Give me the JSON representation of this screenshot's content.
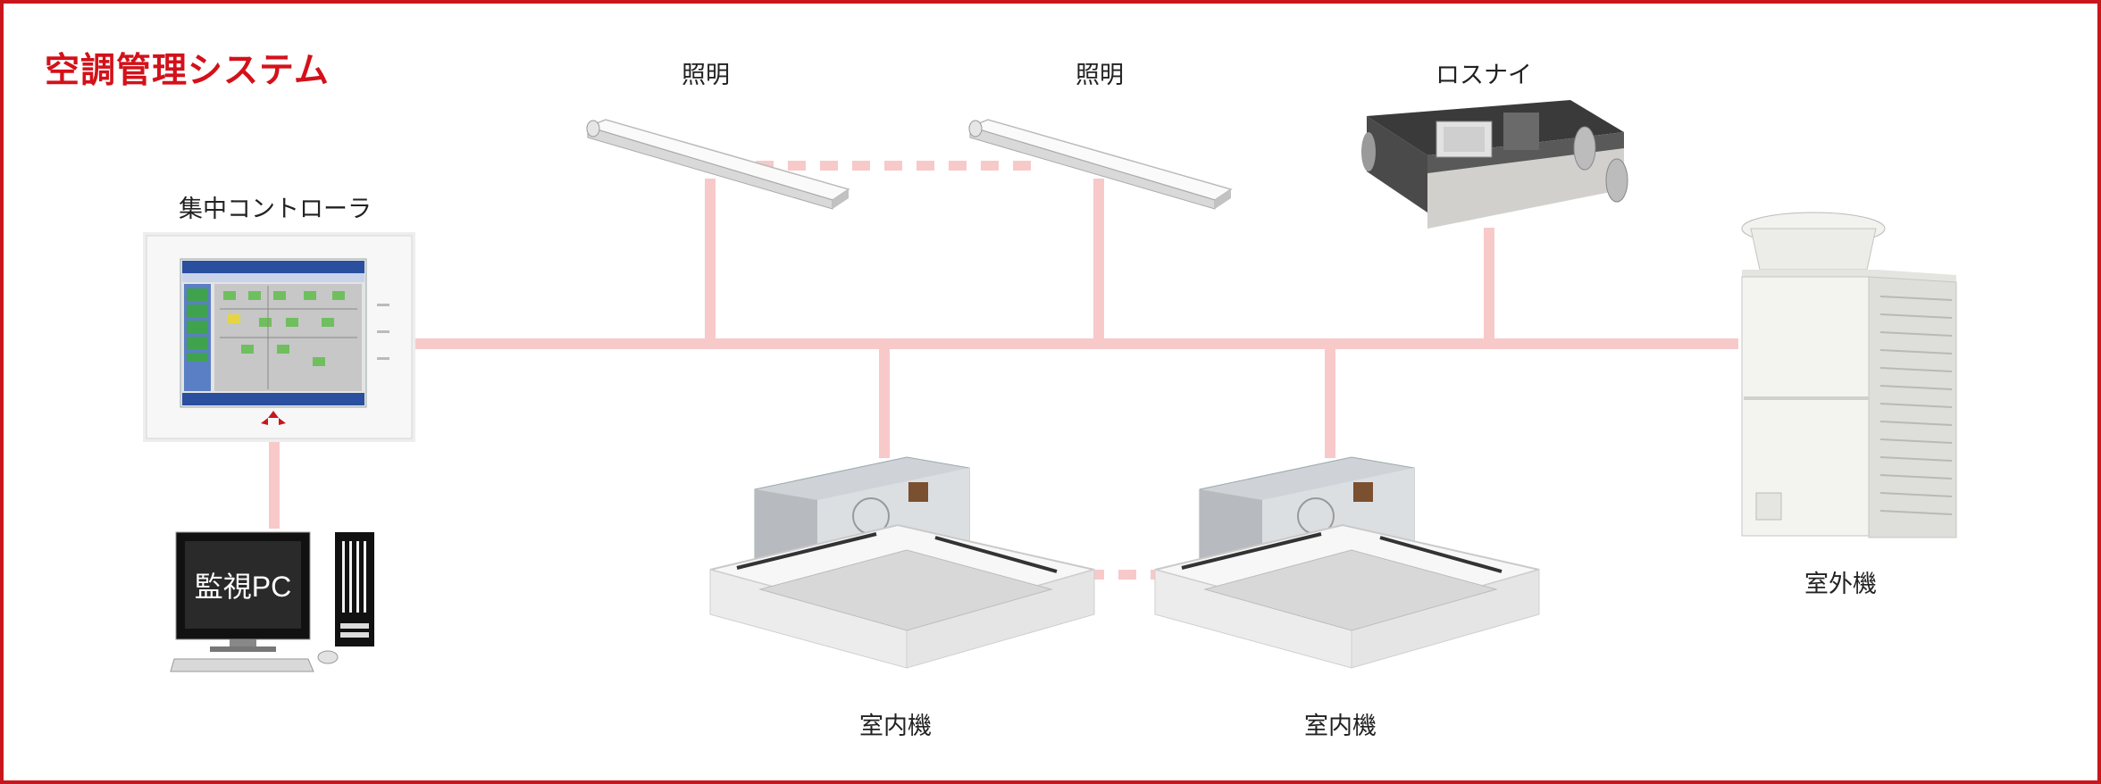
{
  "title": "空調管理システム",
  "labels": {
    "central_controller": "集中コントローラ",
    "lighting_1": "照明",
    "lighting_2": "照明",
    "lossnay": "ロスナイ",
    "outdoor_unit": "室外機",
    "indoor_unit_1": "室内機",
    "indoor_unit_2": "室内機",
    "monitoring_pc": "監視PC"
  },
  "colors": {
    "title": "#d3111a",
    "frame": "#c8161d",
    "connection": "#f8c9c9"
  }
}
